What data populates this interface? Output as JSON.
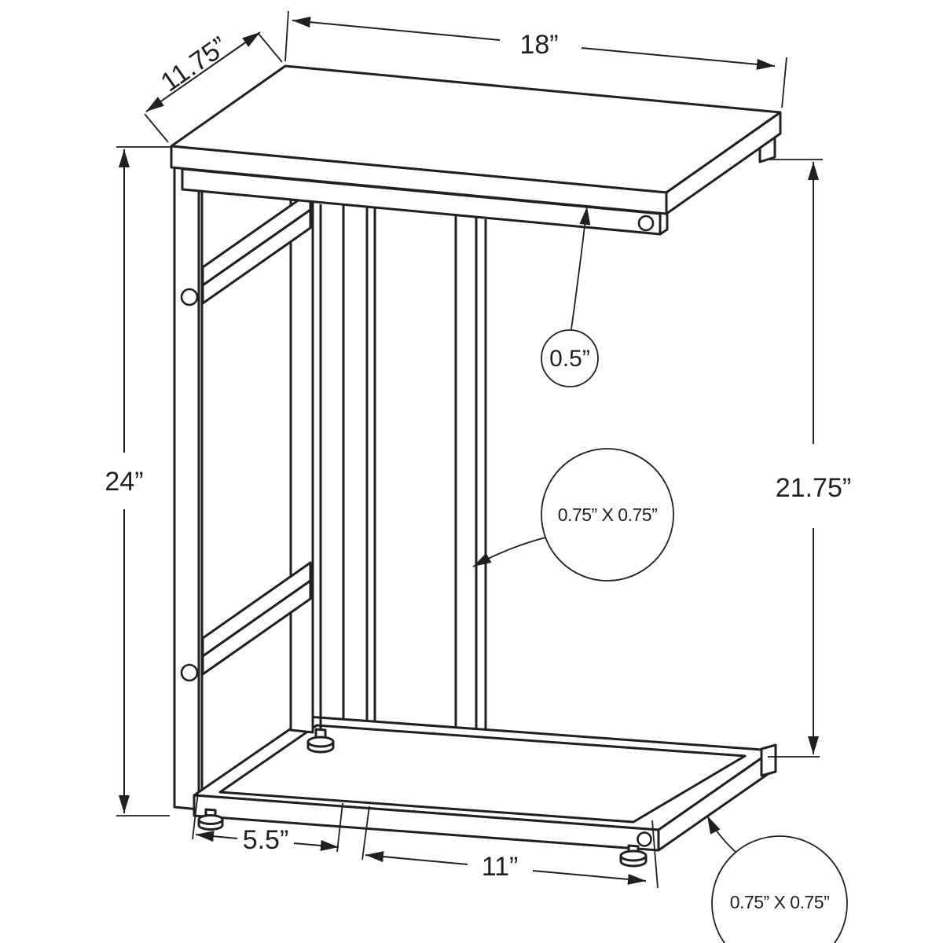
{
  "diagram": {
    "type": "technical-dimension-drawing",
    "subject": "C-shaped accent side table",
    "units": "inches",
    "line_color": "#231f20",
    "background": "#ffffff",
    "labels": {
      "top_width": "18”",
      "top_depth": "11.75”",
      "overall_height": "24”",
      "side_clearance_height": "21.75”",
      "top_thickness": "0.5”",
      "frame_tube_size": "0.75” X 0.75”",
      "base_tube_size": "0.75” X 0.75”",
      "base_left_segment": "5.5”",
      "base_opening_width": "11”"
    }
  }
}
